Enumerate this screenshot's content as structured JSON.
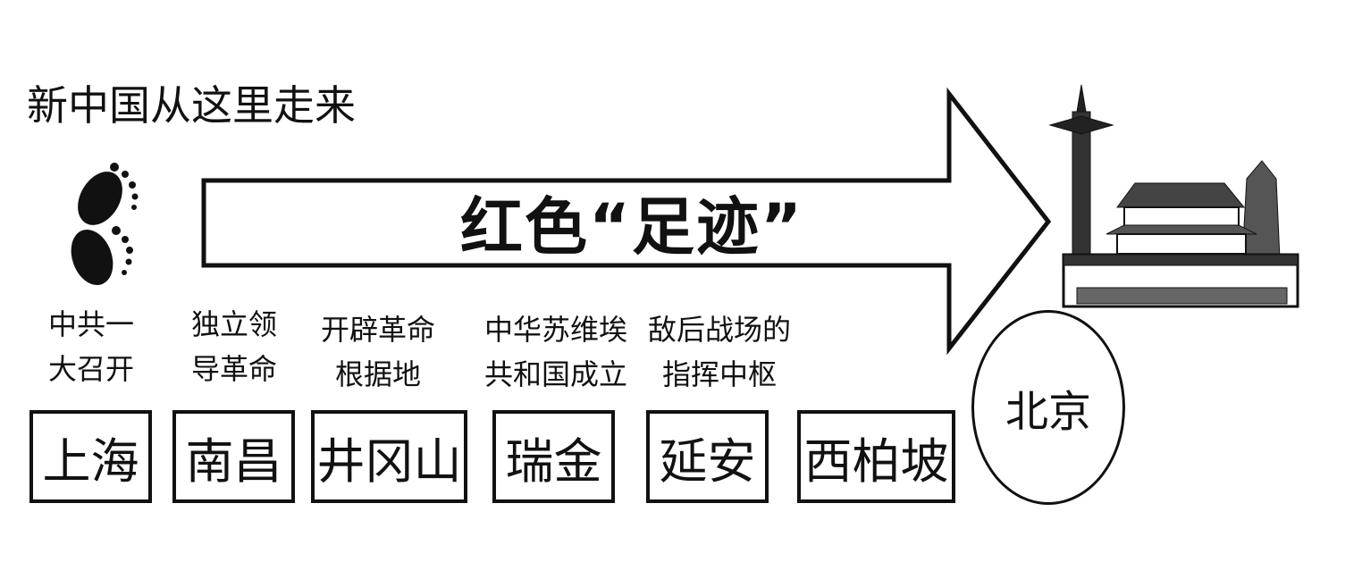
{
  "title": "新中国从这里走来",
  "arrow_label": "红色“足迹”",
  "steps": [
    {
      "event": "中共一\n大召开",
      "place": "上海"
    },
    {
      "event": "独立领\n导革命",
      "place": "南昌"
    },
    {
      "event": "开辟革命\n根据地",
      "place": "井冈山"
    },
    {
      "event": "中华苏维埃\n共和国成立",
      "place": "瑞金"
    },
    {
      "event": "敌后战场的\n指挥中枢",
      "place": "延安"
    },
    {
      "event": "",
      "place": "西柏坡"
    }
  ],
  "destination": "北京",
  "icons": {
    "footprints": "footprints-icon",
    "landmark": "tiananmen-illustration"
  }
}
